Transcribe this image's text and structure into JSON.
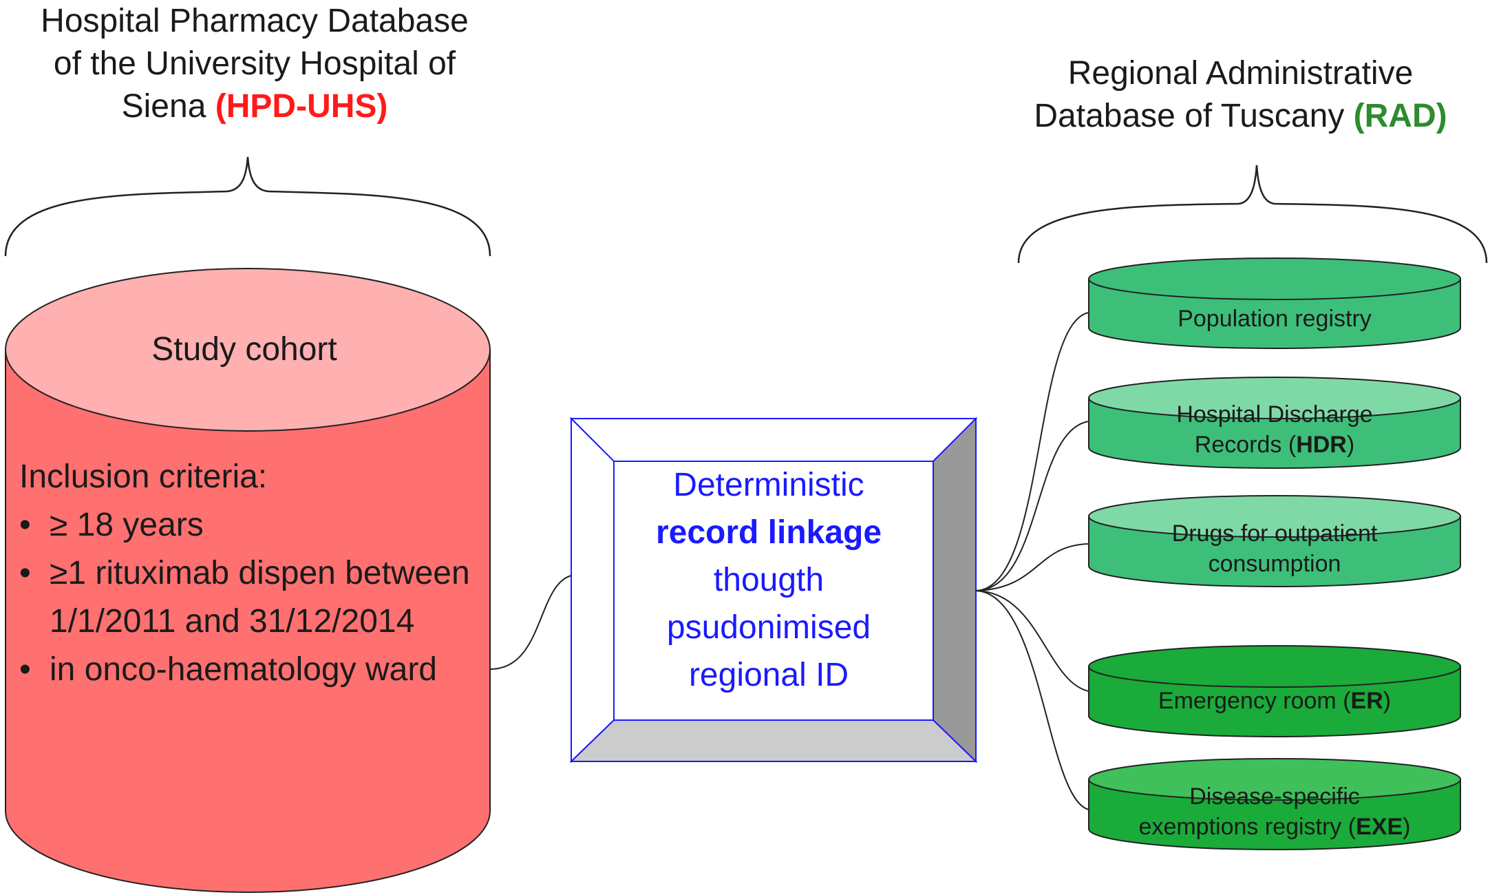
{
  "hpd": {
    "title_line1": "Hospital Pharmacy Database",
    "title_line2": "of the University Hospital of",
    "title_line3": "Siena",
    "acronym": "(HPD-UHS)",
    "cohort_label": "Study cohort",
    "criteria_heading": "Inclusion criteria:",
    "criteria": [
      "≥ 18 years",
      "≥1 rituximab dispen between 1/1/2011 and 31/12/2014",
      "in onco-haematology ward"
    ]
  },
  "linkage": {
    "line1": "Deterministic",
    "line2": "record linkage",
    "line3": "thougth",
    "line4": "psudonimised",
    "line5": "regional ID"
  },
  "rad": {
    "title_line1": "Regional Administrative",
    "title_line2": "Database of Tuscany",
    "acronym": "(RAD)",
    "databases": [
      {
        "line1": "Population registry",
        "line2": "",
        "acronym": ""
      },
      {
        "line1": "Hospital Discharge",
        "line2": "Records",
        "acronym": "HDR"
      },
      {
        "line1": "Drugs for outpatient",
        "line2": "consumption",
        "acronym": ""
      },
      {
        "line1": "Emergency room",
        "line2": "",
        "acronym": "ER"
      },
      {
        "line1": "Disease-specific",
        "line2": "exemptions registry",
        "acronym": "EXE"
      }
    ]
  },
  "colors": {
    "cohort_body": "#ff7070",
    "cohort_top": "#ffb0b0",
    "light_green_body": "#3dbf7a",
    "light_green_top": "#7fd9a6",
    "dark_green_body": "#1aab3a",
    "dark_green_top": "#3fc05a",
    "linkage_text": "#1a1aff",
    "red_acronym": "#ff1a1a",
    "green_acronym": "#2e8b2e"
  }
}
